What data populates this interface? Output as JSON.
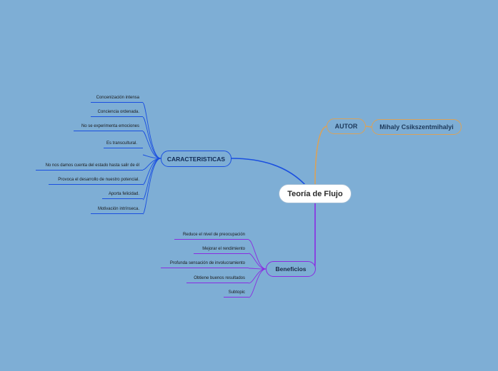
{
  "root": {
    "label": "Teoría de Flujo"
  },
  "autor": {
    "label": "AUTOR",
    "child": "Mihaly Csikszentmihalyi"
  },
  "caracteristicas": {
    "label": "CARACTERISTICAS",
    "items": [
      "Concenización intensa",
      "Conciencia ordenada.",
      "No se experimenta emociones",
      "Es transcultural.",
      "No nos damos cuenta del estado hasta salir de él",
      "Provoca el desarrollo de nuestro potencial.",
      "Aporta felicidad.",
      "Motivación intrínseca."
    ]
  },
  "beneficios": {
    "label": "Beneficios",
    "items": [
      "Reduce  el nivel de preocupación",
      "Mejorar el rendimiento",
      "Profunda sensación de involucramiento",
      "Obtiene buenos resultados",
      "Subtopic"
    ]
  },
  "colors": {
    "background": "#7eaed5",
    "autor_branch": "#d9a25a",
    "caracteristicas_branch": "#1a4fe0",
    "beneficios_branch": "#8a2be2"
  }
}
